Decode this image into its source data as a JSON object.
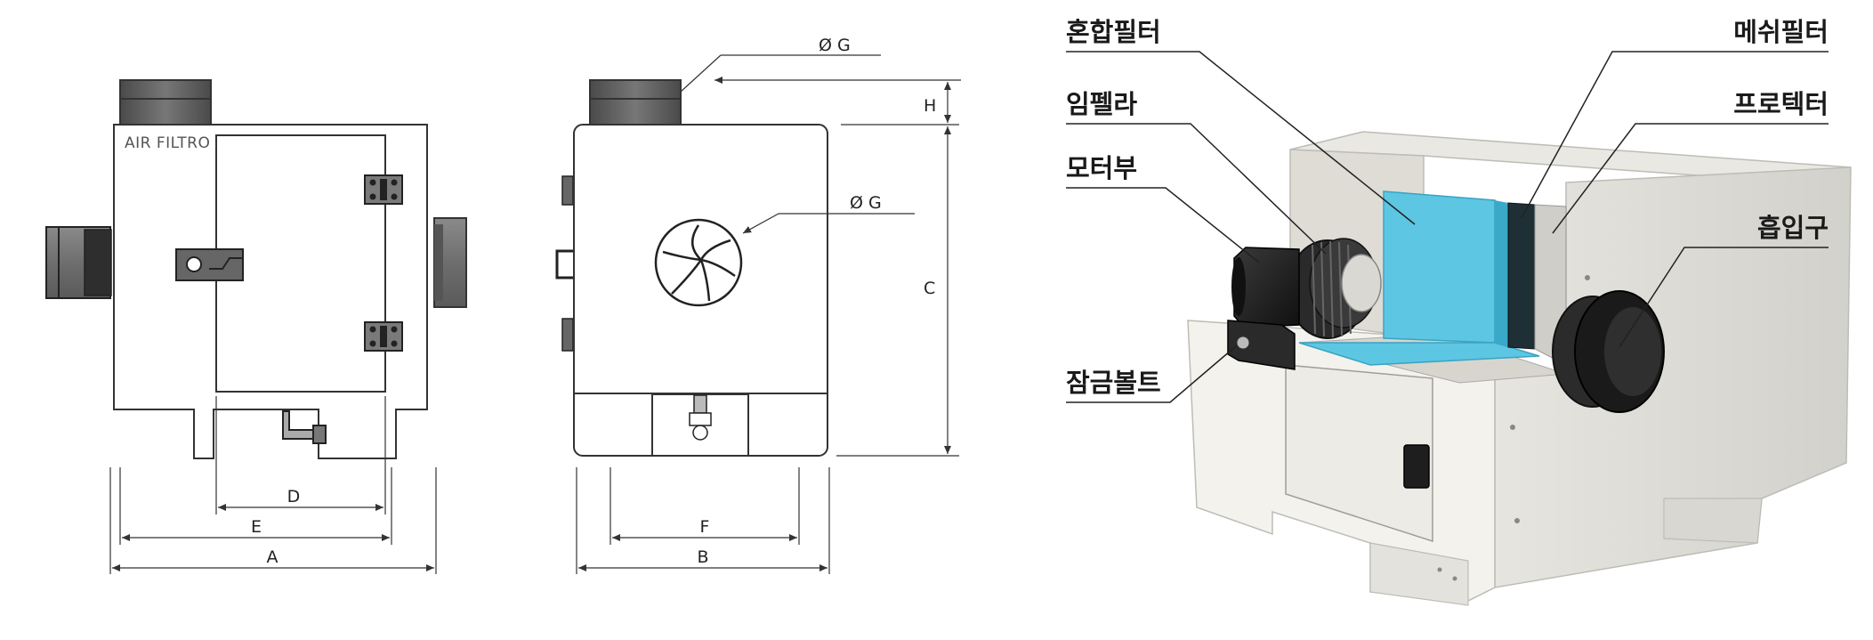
{
  "brand_label": "AIR FILTRO",
  "dimensions": {
    "A": "A",
    "B": "B",
    "C": "C",
    "D": "D",
    "E": "E",
    "F": "F",
    "G_top": "Ø G",
    "G_fan": "Ø G",
    "H": "H"
  },
  "callouts": {
    "mixed_filter": "혼합필터",
    "impeller": "임펠라",
    "motor": "모터부",
    "lock_bolt": "잠금볼트",
    "mesh_filter": "메쉬필터",
    "protector": "프로텍터",
    "inlet": "흡입구"
  },
  "colors": {
    "filter_blue": "#5cc6e3",
    "body_white": "#f2f1ec",
    "dark": "#1f1f1f",
    "gray": "#7a7a7a",
    "line": "#333333"
  }
}
